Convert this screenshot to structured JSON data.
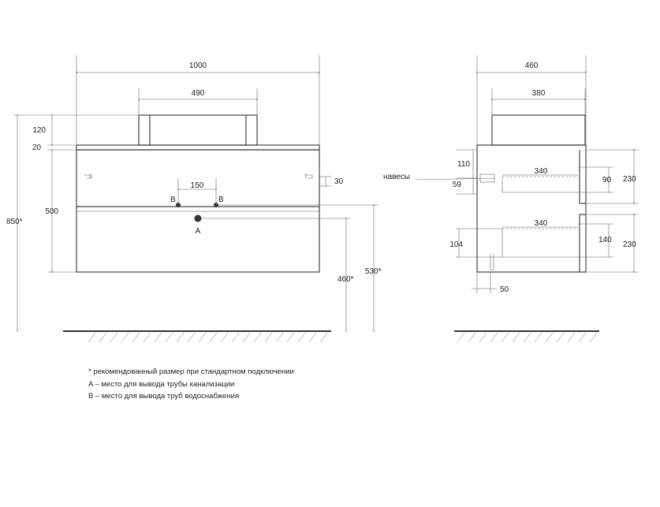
{
  "front": {
    "width": "1000",
    "basin_width": "490",
    "basin_height": "120",
    "top_thickness": "20",
    "body_height": "500",
    "total_height": "850*",
    "pipe_spacing": "150",
    "offset_right": "30",
    "height_b": "460*",
    "height_a": "530*",
    "label_a": "A",
    "label_b1": "B",
    "label_b2": "B"
  },
  "side": {
    "depth": "460",
    "basin_depth": "380",
    "drawer_inner_top": "340",
    "drawer_inner_bottom": "340",
    "dim_110": "110",
    "dim_59": "59",
    "dim_104": "104",
    "dim_50": "50",
    "dim_90": "90",
    "dim_140": "140",
    "drawer_h_top": "230",
    "drawer_h_bottom": "230",
    "hinges_label": "навесы"
  },
  "notes": {
    "line1": "* рекомендованный размер при стандартном подключении",
    "line2": "A – место для вывода трубы канализации",
    "line3": "B – место для вывода труб водоснабжения"
  },
  "colors": {
    "line": "#444444",
    "text": "#222222",
    "dimension": "#666666"
  }
}
